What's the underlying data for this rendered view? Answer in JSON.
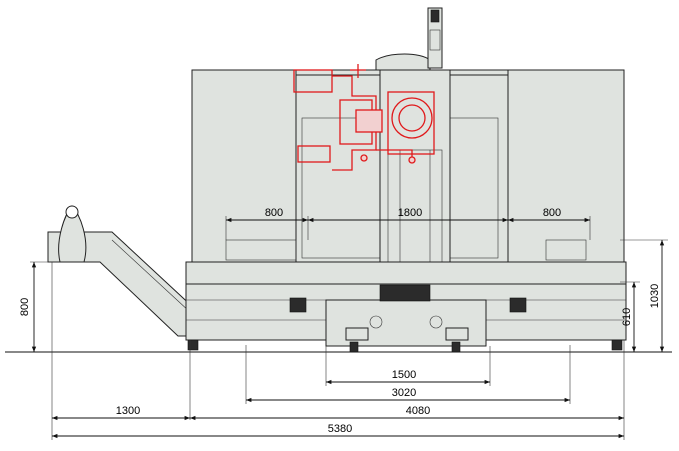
{
  "dimensions": {
    "top_left_width": "800",
    "top_center_width": "1800",
    "top_right_width": "800",
    "table_width": "1500",
    "base_width": "3020",
    "left_extension": "1300",
    "machine_width": "4080",
    "overall_width": "5380",
    "left_height": "800",
    "right_height_total": "1030",
    "right_height_table": "610"
  }
}
